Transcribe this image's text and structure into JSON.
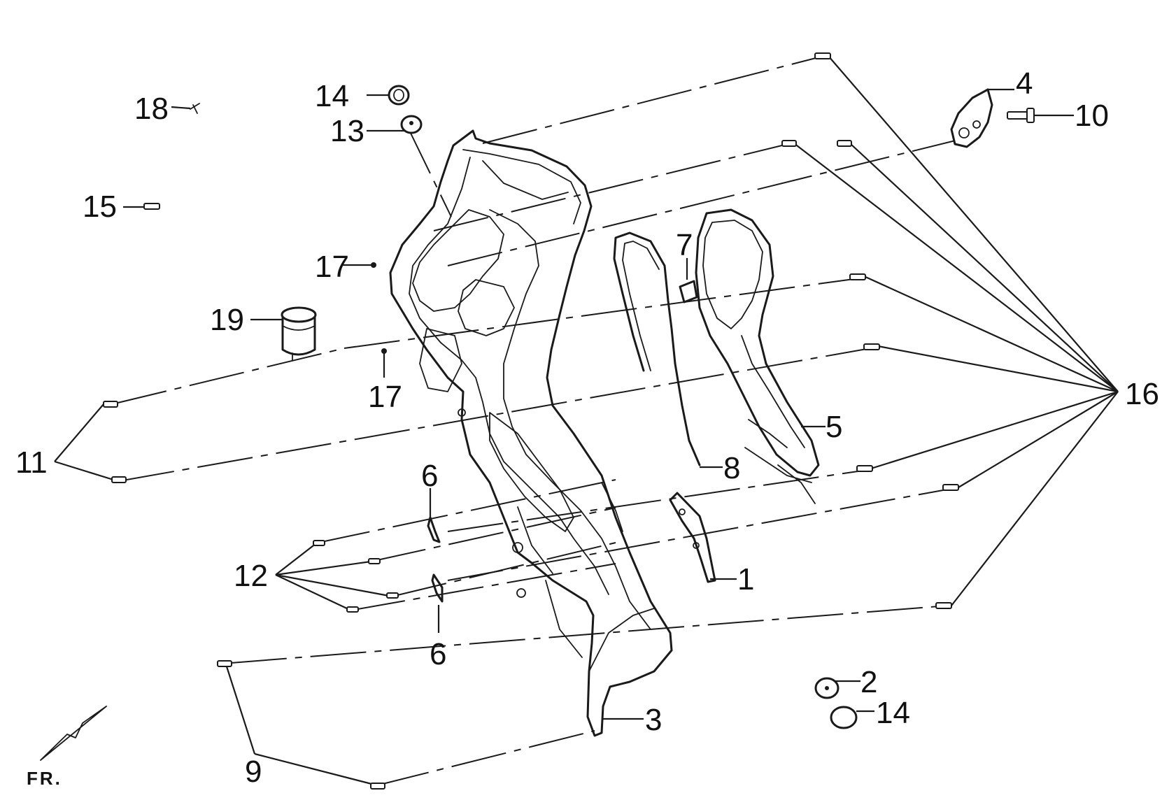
{
  "diagram": {
    "callouts": {
      "c1": "1",
      "c2": "2",
      "c3": "3",
      "c4": "4",
      "c5": "5",
      "c6a": "6",
      "c6b": "6",
      "c7": "7",
      "c8": "8",
      "c9": "9",
      "c10": "10",
      "c11": "11",
      "c12": "12",
      "c13": "13",
      "c14a": "14",
      "c14b": "14",
      "c15": "15",
      "c16": "16",
      "c17a": "17",
      "c17b": "17",
      "c18": "18",
      "c19": "19"
    },
    "direction_label": "FR."
  }
}
